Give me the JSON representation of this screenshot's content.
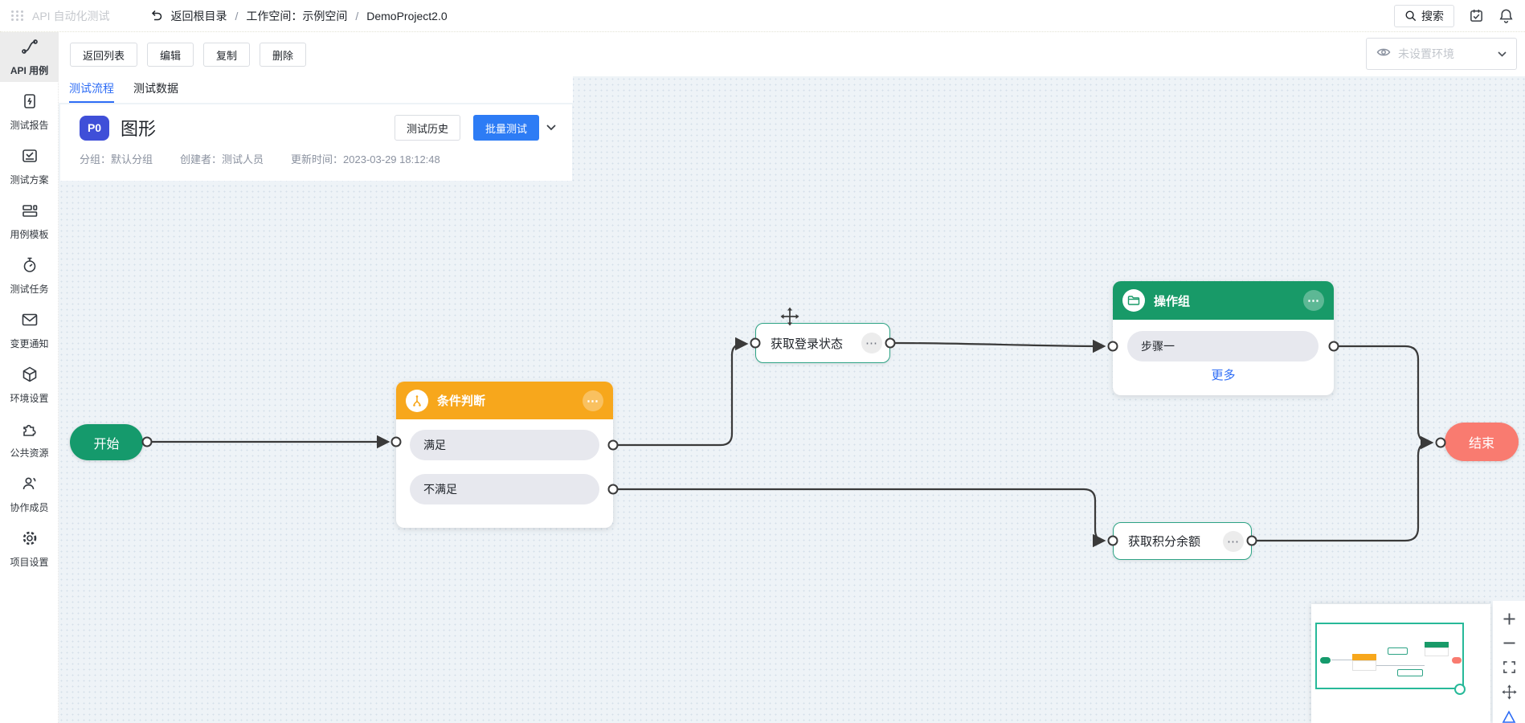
{
  "topbar": {
    "app_title": "API 自动化测试",
    "breadcrumb": {
      "back": "返回根目录",
      "sep": "/",
      "workspace": "工作空间：示例空间",
      "project": "DemoProject2.0"
    },
    "search_label": "搜索"
  },
  "sidebar": {
    "items": [
      {
        "label": "API 用例",
        "icon": "flow-route-icon",
        "active": true
      },
      {
        "label": "测试报告",
        "icon": "report-icon",
        "active": false
      },
      {
        "label": "测试方案",
        "icon": "plan-icon",
        "active": false
      },
      {
        "label": "用例模板",
        "icon": "template-icon",
        "active": false
      },
      {
        "label": "测试任务",
        "icon": "timer-icon",
        "active": false
      },
      {
        "label": "变更通知",
        "icon": "mail-icon",
        "active": false
      },
      {
        "label": "环境设置",
        "icon": "env-cube-icon",
        "active": false
      },
      {
        "label": "公共资源",
        "icon": "puzzle-icon",
        "active": false
      },
      {
        "label": "协作成员",
        "icon": "members-icon",
        "active": false
      },
      {
        "label": "项目设置",
        "icon": "gear-icon",
        "active": false
      }
    ]
  },
  "toolbar": {
    "buttons": [
      "返回列表",
      "编辑",
      "复制",
      "删除"
    ],
    "env_selector": "未设置环境"
  },
  "tabs": [
    {
      "label": "测试流程",
      "active": true
    },
    {
      "label": "测试数据",
      "active": false
    }
  ],
  "case_card": {
    "priority": "P0",
    "title": "图形",
    "history_button": "测试历史",
    "batch_button": "批量测试",
    "meta": {
      "group": "分组：默认分组",
      "creator": "创建者：测试人员",
      "updated": "更新时间：2023-03-29 18:12:48"
    }
  },
  "flow": {
    "menu_glyph": "⋯",
    "nodes": {
      "start": {
        "label": "开始"
      },
      "condition": {
        "title": "条件判断",
        "branches": [
          "满足",
          "不满足"
        ]
      },
      "get_login": {
        "label": "获取登录状态"
      },
      "group": {
        "title": "操作组",
        "steps": [
          "步骤一"
        ],
        "more_link": "更多"
      },
      "get_points": {
        "label": "获取积分余额"
      },
      "end": {
        "label": "结束"
      }
    }
  },
  "colors": {
    "accent_blue": "#2d6cf5",
    "batch_blue": "#2d7cf5",
    "priority_badge": "#3f4fd8",
    "start_green": "#159a6c",
    "group_green": "#189a68",
    "condition_orange": "#f7a71c",
    "end_red": "#f97b70",
    "api_node_border": "#2da385",
    "edge": "#3a3a3a",
    "minimap_teal": "#27b999",
    "canvas_bg": "#eef3f7"
  }
}
